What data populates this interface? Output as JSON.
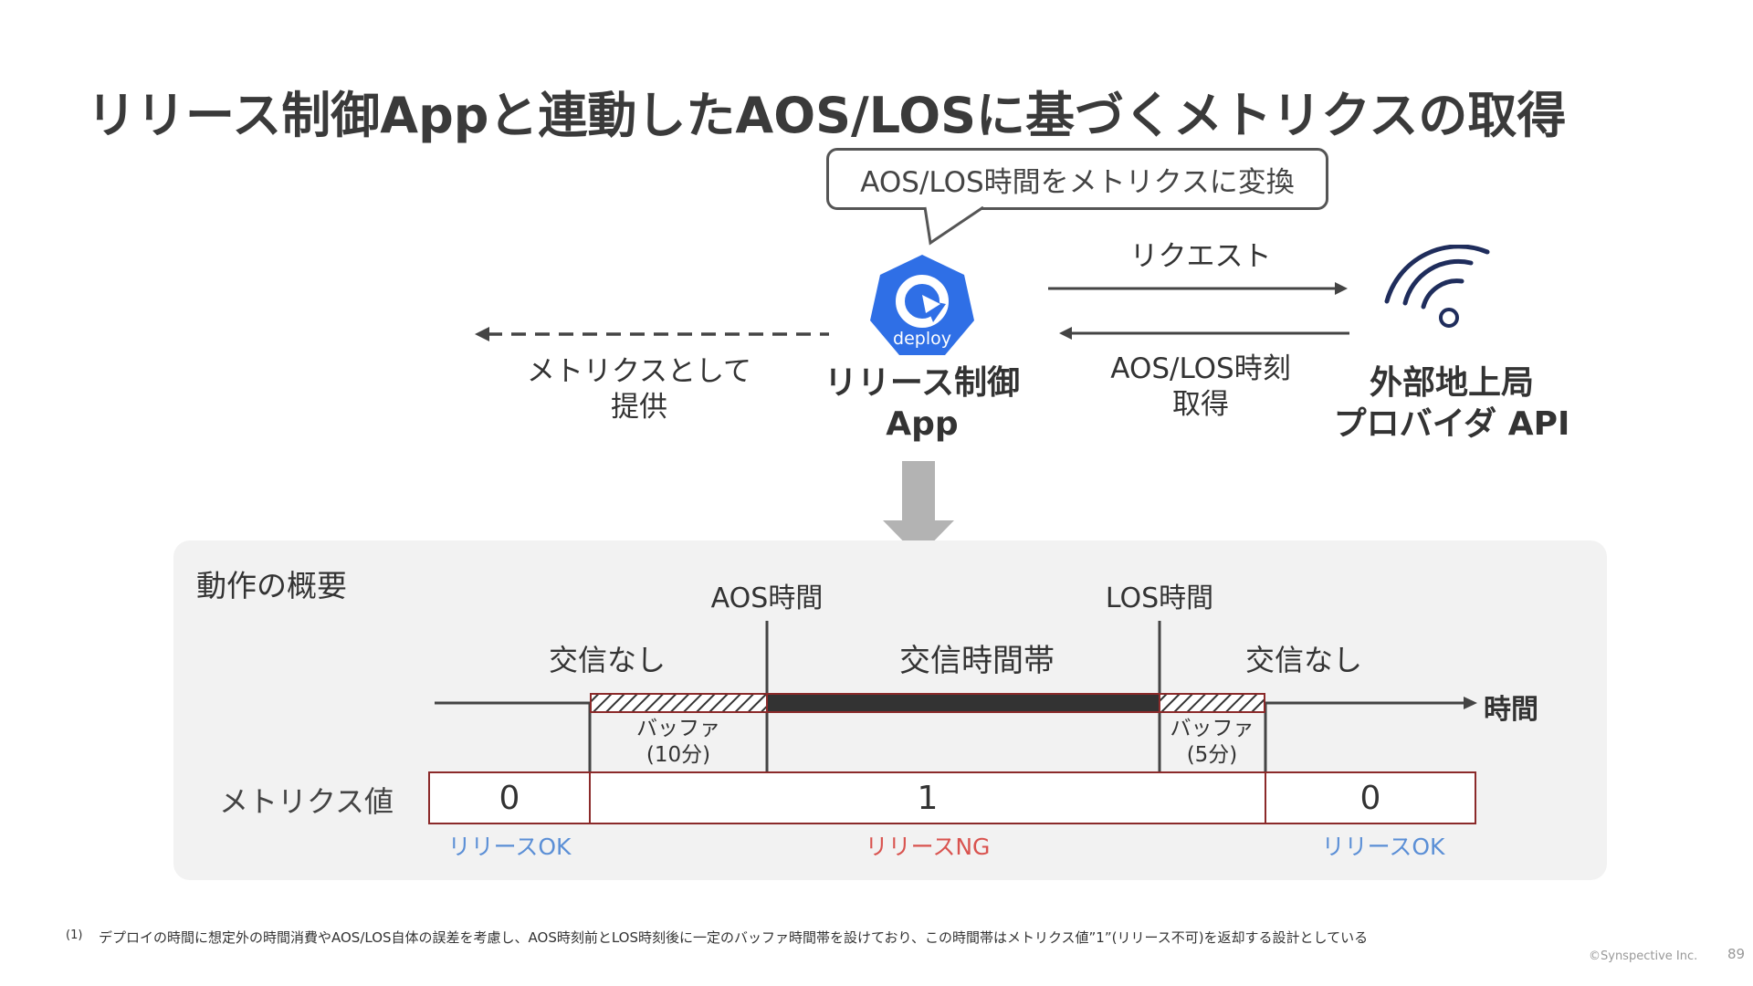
{
  "title": "リリース制御Appと連動したAOS/LOSに基づくメトリクスの取得",
  "bubble_text": "AOS/LOS時間をメトリクスに変換",
  "flow": {
    "request_label": "リクエスト",
    "response_label_line1": "AOS/LOS時刻",
    "response_label_line2": "取得",
    "provide_label_line1": "メトリクスとして",
    "provide_label_line2": "提供",
    "app_name_line1": "リリース制御",
    "app_name_line2": "App",
    "app_icon_text": "deploy",
    "api_name_line1": "外部地上局",
    "api_name_line2": "プロバイダ API"
  },
  "overview": {
    "heading": "動作の概要",
    "aos_label": "AOS時間",
    "los_label": "LOS時間",
    "no_comm_left": "交信なし",
    "comm_period": "交信時間帯",
    "no_comm_right": "交信なし",
    "time_axis_label": "時間",
    "buffer_left_line1": "バッファ",
    "buffer_left_line2": "(10分)",
    "buffer_right_line1": "バッファ",
    "buffer_right_line2": "(5分)",
    "metric_label": "メトリクス値",
    "metric_values": [
      "0",
      "1",
      "0"
    ],
    "status_labels": [
      "リリースOK",
      "リリースNG",
      "リリースOK"
    ],
    "status_colors": [
      "#5b8fd6",
      "#d9534f",
      "#5b8fd6"
    ]
  },
  "footnote_mark": "(1)",
  "footnote": "デプロイの時間に想定外の時間消費やAOS/LOS自体の誤差を考慮し、AOS時刻前とLOS時刻後に一定のバッファ時間帯を設けており、この時間帯はメトリクス値”1”(リリース不可)を返却する設計としている",
  "copyright": "©Synspective Inc.",
  "page_number": "89",
  "colors": {
    "accent_blue": "#2f6fe6",
    "dark_red": "#8b2a2a",
    "arrow_gray": "#b3b3b3"
  }
}
